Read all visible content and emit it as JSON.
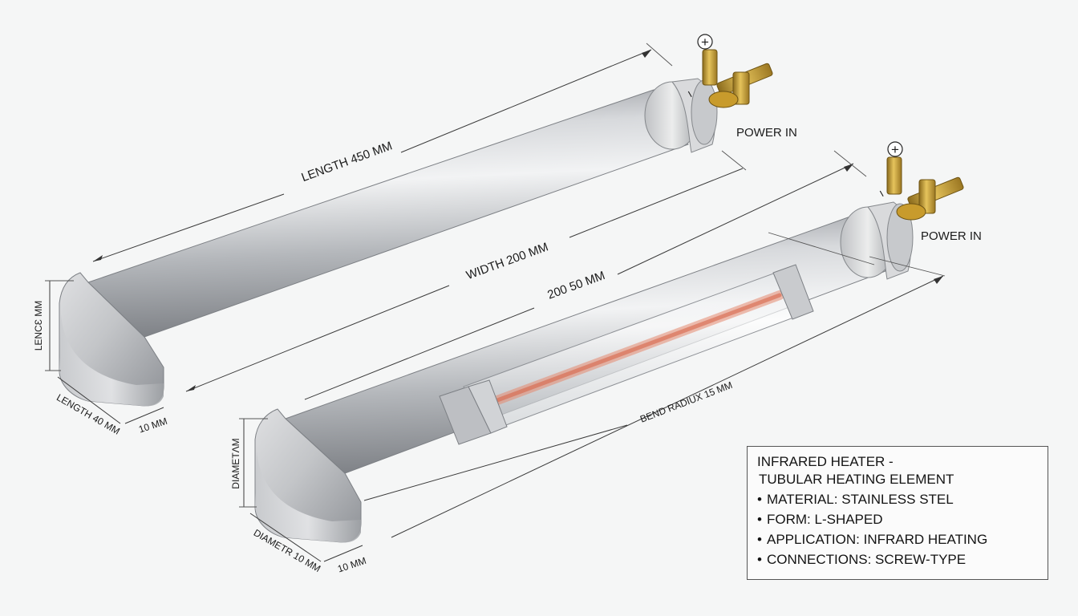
{
  "labels": {
    "length_450": "LENGTH 450 MM",
    "width_200": "WIDTH 200 MM",
    "dim_200_50": "200 50 MM",
    "bend_radius": "BEND RADIUX 15 MM",
    "power_in_top": "POWER IN",
    "power_in_bottom": "POWER IN",
    "lenc_mm": "LENCƐ MM",
    "length_40": "LENGTH 40 MM",
    "ten_mm_top": "10 MM",
    "diameter_side": "DIAMETɅM",
    "diameter_10": "DIAMETR 10 MM",
    "ten_mm_bottom": "10 MM",
    "plus_top": "+",
    "minus_top": "−",
    "plus_bottom": "+",
    "minus_bottom": "−"
  },
  "spec": {
    "title_line1": "INFRARED HEATER -",
    "title_line2": "TUBULAR HEATING ELEMENT",
    "items": [
      "MATERIAL: STAINLESS STEL",
      "FORM: L-SHAPED",
      "APPLICATION: INFRARD HEATING",
      "CONNECTIONS: SCREW-TYPE"
    ]
  },
  "colors": {
    "steel_light": "#e6e7e9",
    "steel_mid": "#b9bcc0",
    "steel_dark": "#8a8d92",
    "brass": "#c9a23a",
    "filament": "#e58a70"
  }
}
